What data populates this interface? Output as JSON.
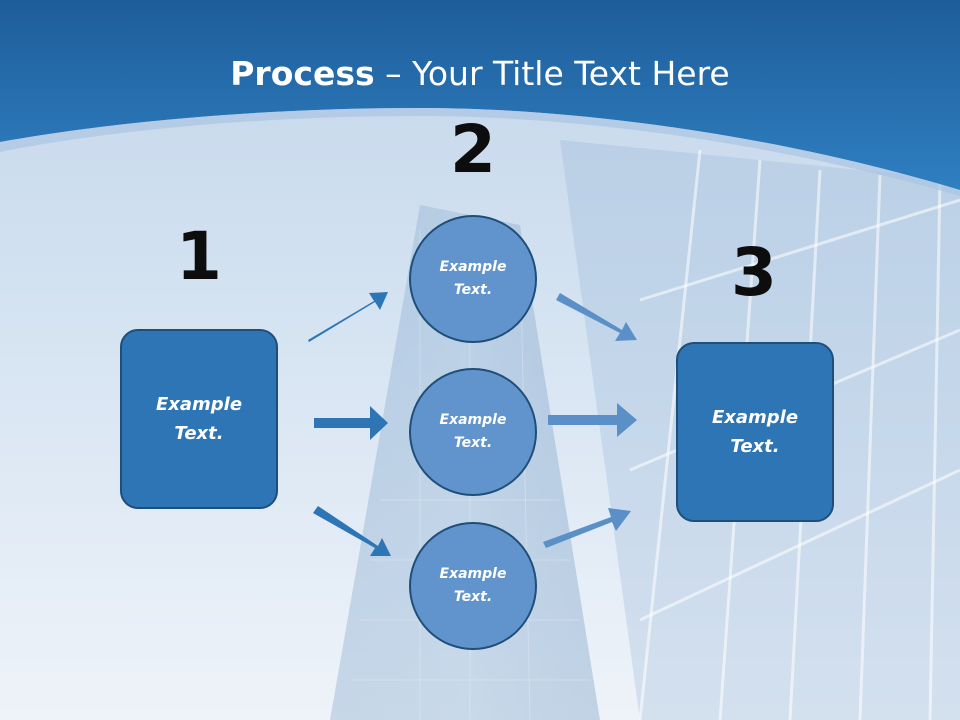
{
  "title": {
    "bold": "Process",
    "rest": " – Your Title Text Here"
  },
  "steps": [
    {
      "number": "1",
      "label": "Example\nText."
    },
    {
      "number": "2",
      "labels": [
        "Example\nText.",
        "Example\nText.",
        "Example\nText."
      ]
    },
    {
      "number": "3",
      "label": "Example\nText."
    }
  ],
  "colors": {
    "header": "#2e75b6",
    "box_fill": "#2e75b6",
    "circle_fill": "#6194cc",
    "arrow_dark": "#2e75b6",
    "arrow_light": "#5b8fc7",
    "outline": "#1f4e79"
  }
}
